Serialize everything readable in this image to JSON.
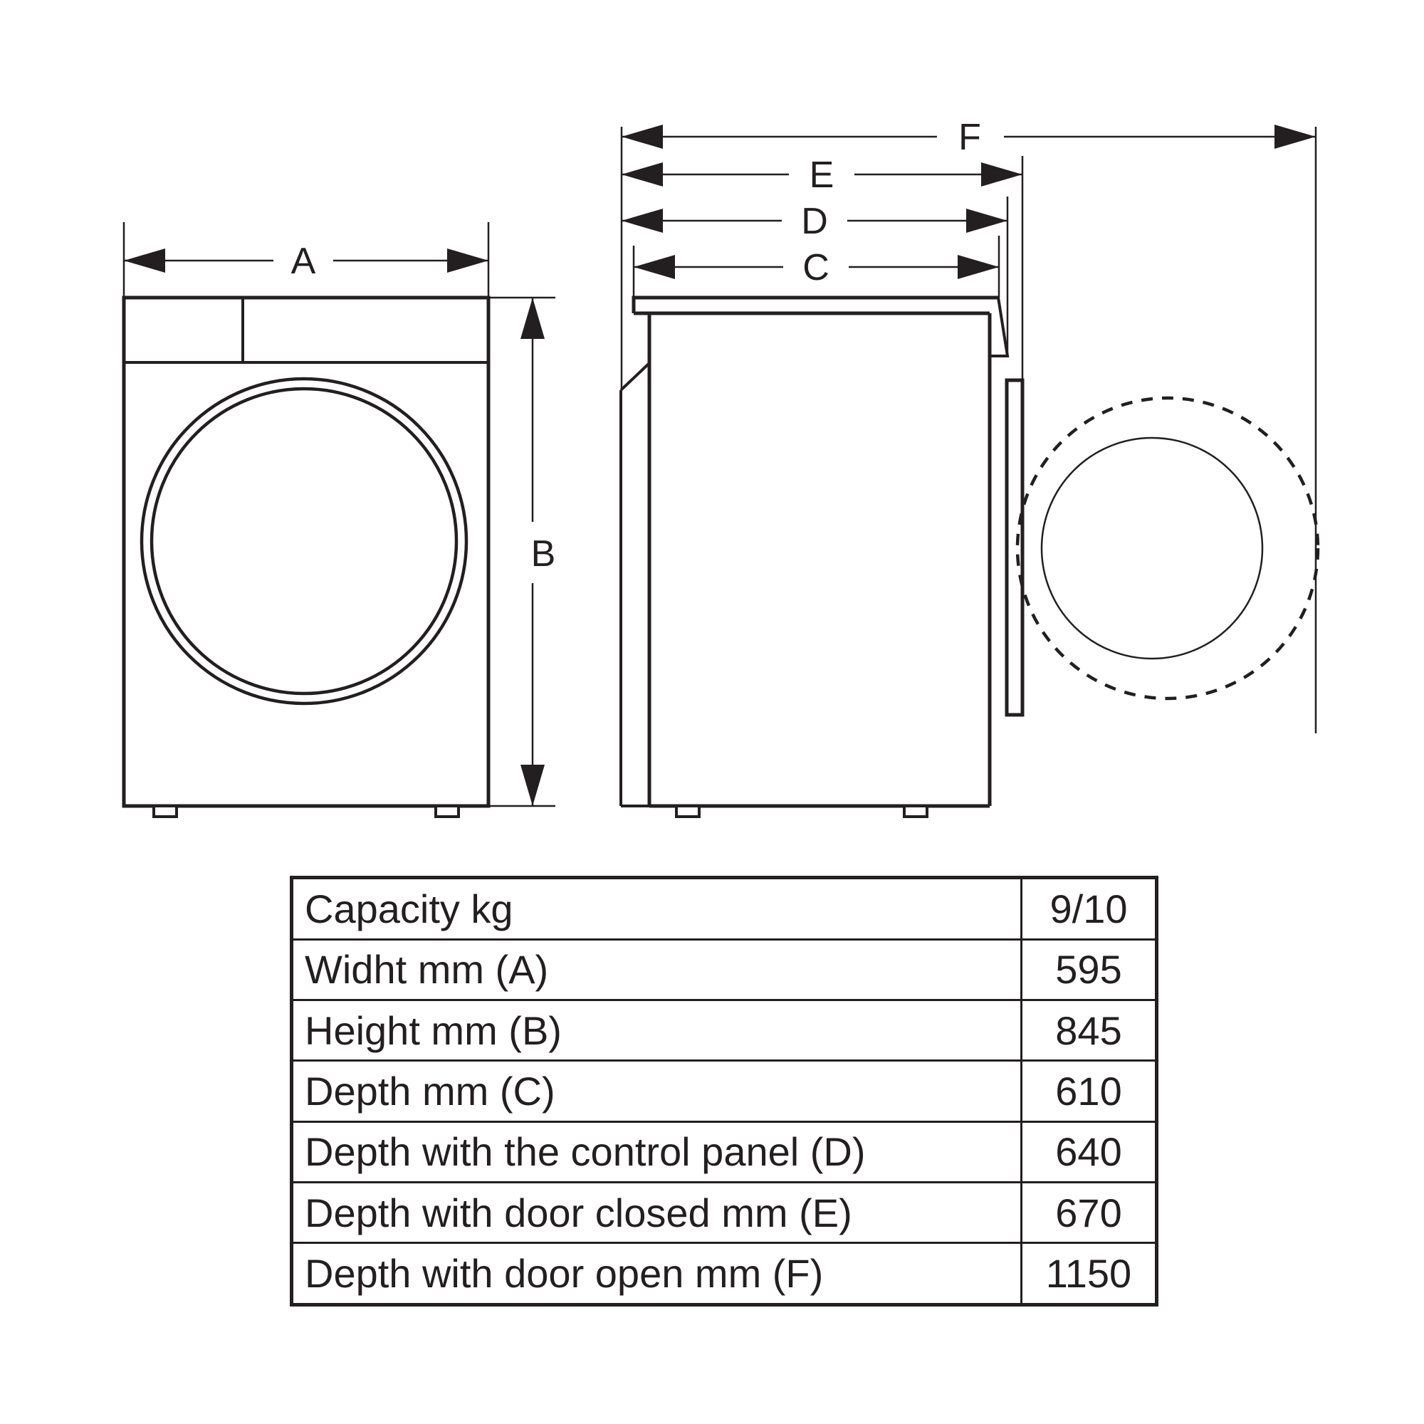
{
  "diagram": {
    "front_view": {
      "width_dim_label": "A",
      "height_dim_label": "B"
    },
    "side_view": {
      "depth_dim_label": "C",
      "depth_panel_dim_label": "D",
      "depth_door_closed_dim_label": "E",
      "depth_door_open_dim_label": "F"
    }
  },
  "table": {
    "rows": [
      {
        "label": "Capacity kg",
        "value": "9/10"
      },
      {
        "label": "Widht mm (A)",
        "value": "595"
      },
      {
        "label": "Height mm (B)",
        "value": "845"
      },
      {
        "label": "Depth mm (C)",
        "value": "610"
      },
      {
        "label": "Depth with the control panel (D)",
        "value": "640"
      },
      {
        "label": "Depth with door closed mm (E)",
        "value": "670"
      },
      {
        "label": "Depth with door open mm (F)",
        "value": "1150"
      }
    ]
  },
  "colors": {
    "ink": "#231f20",
    "paper": "#ffffff"
  }
}
